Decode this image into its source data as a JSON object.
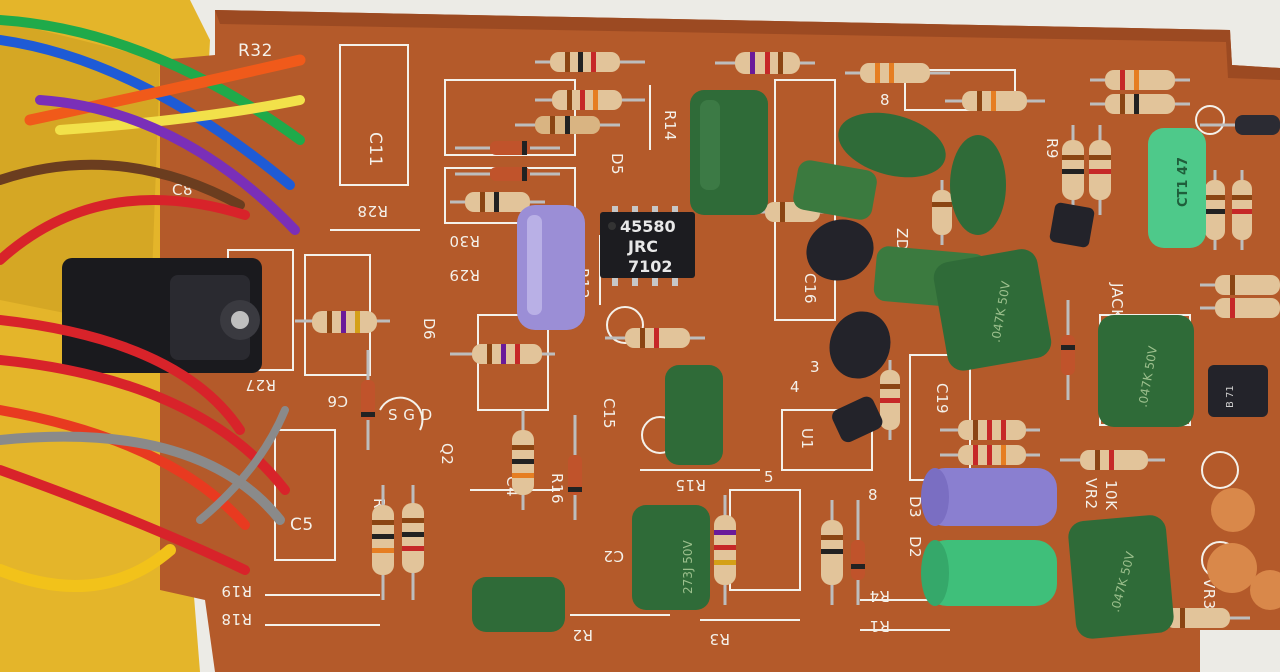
{
  "board": {
    "colors": {
      "pcb": "#b45a2a",
      "silkscreen": "#f4f1ea",
      "enclosure": "#e4b52a",
      "film_cap": "#2f6b38",
      "electrolytic_purple": "#9b8ed6",
      "electrolytic_green": "#3fbf7a"
    },
    "silk_labels": {
      "r32": "R32",
      "c11": "C11",
      "c8": "C8",
      "r28": "R28",
      "r30": "R30",
      "r29": "R29",
      "r14": "R14",
      "d5": "D5",
      "r12": "R12",
      "r27": "R27",
      "c6": "C6",
      "d6": "D6",
      "q2": "Q2",
      "sdg": "S G D",
      "r21": "R21",
      "r19": "R19",
      "r18": "R18",
      "c5": "C5",
      "c4": "C4",
      "r16": "R16",
      "c15": "C15",
      "r15": "R15",
      "c2": "C2",
      "r2": "R2",
      "r3": "R3",
      "c16": "C16",
      "zd1": "ZD1",
      "r9": "R9",
      "c19": "C19",
      "u1": "U1",
      "d2": "D2",
      "d3": "D3",
      "r4": "R4",
      "r1": "R1",
      "vr2": "VR2",
      "vr2_val": "10K",
      "vr3": "VR3",
      "jack_in": "JACK IN",
      "num_8a": "8",
      "num_8b": "8",
      "num_5": "5",
      "num_4": "4",
      "num_3": "3"
    },
    "ic": {
      "line1": "45580",
      "line2": "JRC",
      "line3": "7102"
    },
    "capacitor_marks": {
      "c_273j": "273J 50V",
      "c_047k_a": ".047K 50V",
      "c_047k_b": ".047K 50V",
      "c_047k_c": ".047K 50V"
    },
    "electrolytic_marks": {
      "green_top": "CT1 47"
    },
    "transistor_marks": {
      "q_right": "B 71"
    }
  }
}
